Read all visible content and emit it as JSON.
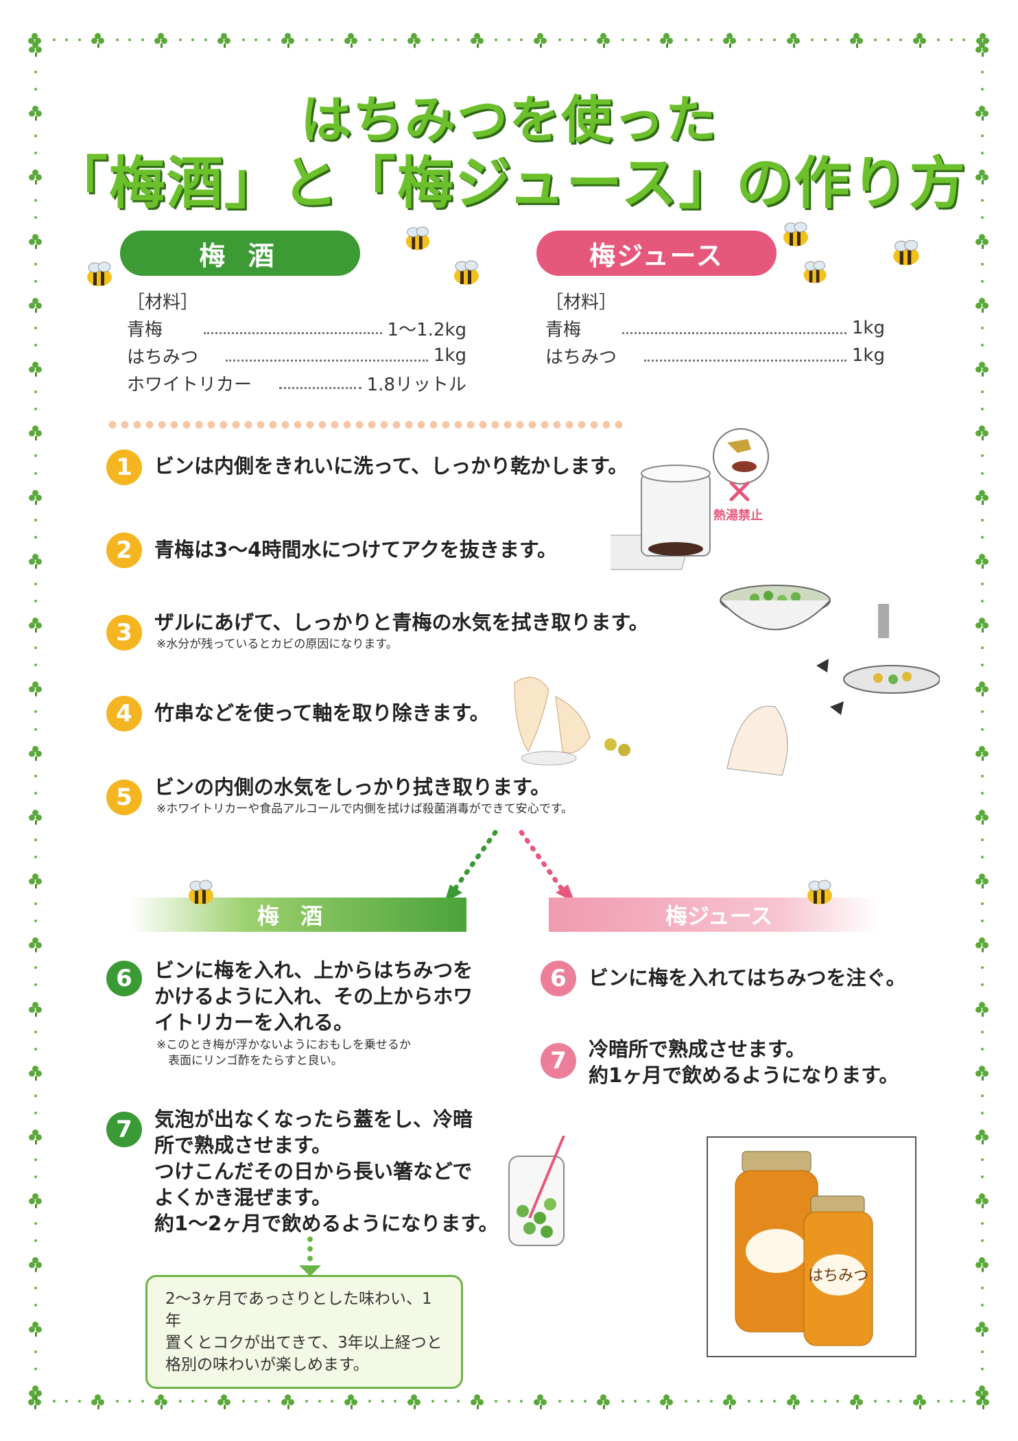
{
  "title": {
    "line1": "はちみつを使った",
    "line2": "「梅酒」と「梅ジュース」の作り方"
  },
  "umeshu": {
    "label": "梅 酒",
    "materials_heading": "［材料］",
    "materials": [
      {
        "name": "青梅",
        "qty": "1〜1.2kg"
      },
      {
        "name": "はちみつ",
        "qty": "1kg"
      },
      {
        "name": "ホワイトリカー",
        "qty": "1.8リットル"
      }
    ]
  },
  "juice": {
    "label": "梅ジュース",
    "materials_heading": "［材料］",
    "materials": [
      {
        "name": "青梅",
        "qty": "1kg"
      },
      {
        "name": "はちみつ",
        "qty": "1kg"
      }
    ]
  },
  "common_steps": [
    {
      "num": "1",
      "text": "ビンは内側をきれいに洗って、しっかり乾かします。",
      "note": ""
    },
    {
      "num": "2",
      "text": "青梅は3〜4時間水につけてアクを抜きます。",
      "note": ""
    },
    {
      "num": "3",
      "text": "ザルにあげて、しっかりと青梅の水気を拭き取ります。",
      "note": "※水分が残っているとカビの原因になります。"
    },
    {
      "num": "4",
      "text": "竹串などを使って軸を取り除きます。",
      "note": ""
    },
    {
      "num": "5",
      "text": "ビンの内側の水気をしっかり拭き取ります。",
      "note": "※ホワイトリカーや食品アルコールで内側を拭けば殺菌消毒ができて安心です。"
    }
  ],
  "hot_water_warning": "熱湯禁止",
  "umeshu_steps": {
    "banner": "梅 酒",
    "step6": {
      "num": "6",
      "text": "ビンに梅を入れ、上からはちみつを\nかけるように入れ、その上からホワ\nイトリカーを入れる。",
      "note": "※このとき梅が浮かないようにおもしを乗せるか\n　表面にリンゴ酢をたらすと良い。"
    },
    "step7": {
      "num": "7",
      "text": "気泡が出なくなったら蓋をし、冷暗\n所で熟成させます。\nつけこんだその日から長い箸などで\nよくかき混ぜます。\n約1〜2ヶ月で飲めるようになります。"
    },
    "tip": "2〜3ヶ月であっさりとした味わい、1年\n置くとコクが出てきて、3年以上経つと\n格別の味わいが楽しめます。"
  },
  "juice_steps": {
    "banner": "梅ジュース",
    "step6": {
      "num": "6",
      "text": "ビンに梅を入れてはちみつを注ぐ。"
    },
    "step7": {
      "num": "7",
      "text": "冷暗所で熟成させます。\n約1ヶ月で飲めるようになります。"
    }
  },
  "honey_label": "はちみつ",
  "colors": {
    "green": "#3d9b35",
    "pink": "#e6577c",
    "orange": "#f5b520",
    "title_green": "#6cc02c"
  },
  "icons": [
    "clover-icon",
    "bee-icon",
    "cross-icon",
    "arrow-down-icon"
  ]
}
